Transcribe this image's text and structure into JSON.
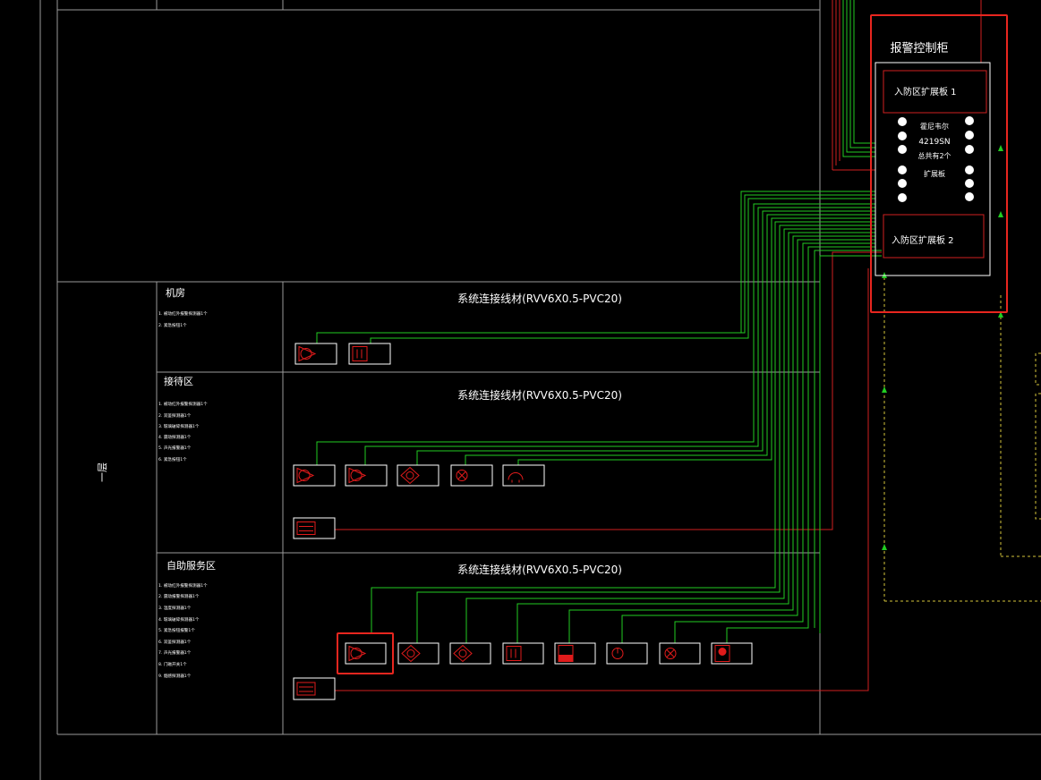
{
  "colors": {
    "background": "#000000",
    "frame_line": "#9a9a9a",
    "wire_green": "#22cc22",
    "wire_red": "#d11f1f",
    "wire_yellow": "#d4c43a",
    "symbol_red": "#e01b1b",
    "highlight": "#e8261f",
    "text": "#ffffff"
  },
  "floor_label": "一层",
  "panel": {
    "title": "报警控制柜",
    "board1": "入防区扩展板 1",
    "board2": "入防区扩展板 2",
    "host_lines": [
      "霍尼韦尔",
      "4219SN",
      "总共有2个",
      "扩展板"
    ]
  },
  "zones": [
    {
      "id": "machine-room",
      "title": "机房",
      "notes": [
        "1. 被动红外报警探测器1个",
        "2. 紧急按钮1个"
      ],
      "cable_label": "系统连接线材(RVV6X0.5-PVC20)",
      "devices": [
        "pir-detector-icon",
        "emergency-button-icon"
      ]
    },
    {
      "id": "reception-area",
      "title": "接待区",
      "notes": [
        "1. 被动红外报警探测器1个",
        "2. 双鉴探测器1个",
        "3. 玻璃破碎探测器1个",
        "4. 震动探测器1个",
        "5. 声光报警器1个",
        "6. 紧急按钮1个"
      ],
      "cable_label": "系统连接线材(RVV6X0.5-PVC20)",
      "devices": [
        "pir-detector-icon",
        "dual-tech-detector-icon",
        "glass-break-detector-icon",
        "vibration-detector-icon",
        "siren-strobe-icon"
      ],
      "keypad": "keypad-icon"
    },
    {
      "id": "self-service-area",
      "title": "自助服务区",
      "notes": [
        "1. 被动红外报警探测器1个",
        "2. 震动报警探测器1个",
        "3. 温度探测器1个",
        "4. 玻璃破碎探测器1个",
        "5. 紧急按钮报警1个",
        "6. 双鉴探测器1个",
        "7. 声光报警器1个",
        "8. 门磁开关1个",
        "9. 烟感探测器1个"
      ],
      "cable_label": "系统连接线材(RVV6X0.5-PVC20)",
      "devices": [
        "pir-detector-icon",
        "glass-break-detector-icon",
        "alarm-detector-icon",
        "emergency-button-icon",
        "smoke-detector-icon",
        "door-contact-icon",
        "vibration-detector-icon",
        "alarm-bell-icon"
      ],
      "keypad": "keypad-icon"
    }
  ]
}
